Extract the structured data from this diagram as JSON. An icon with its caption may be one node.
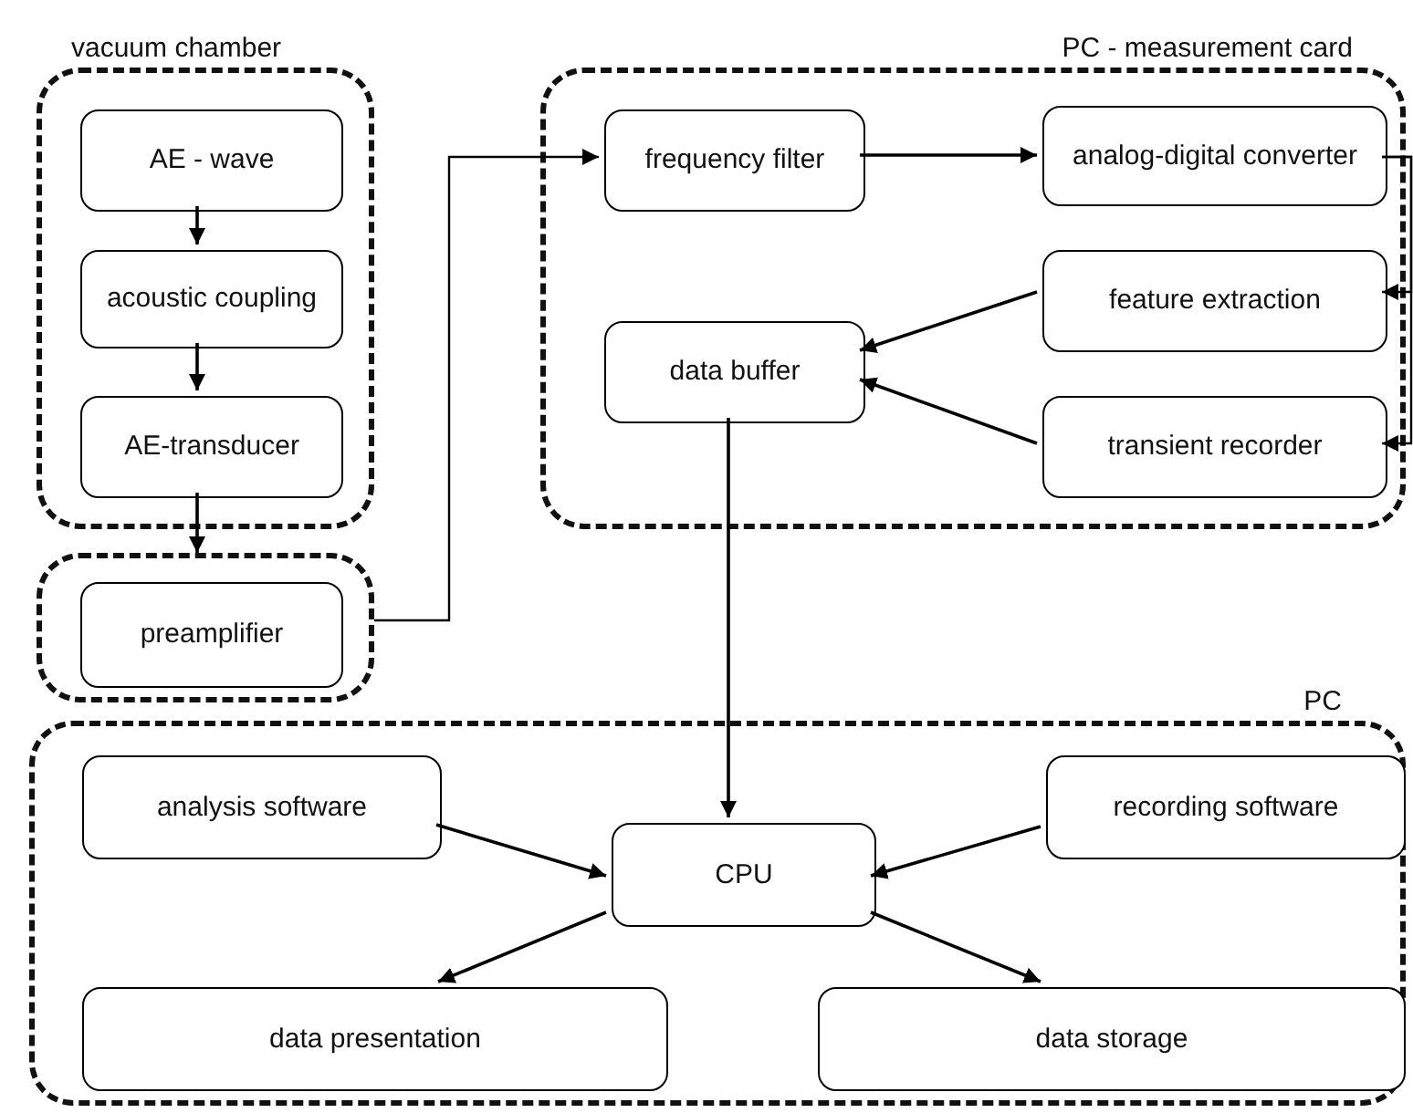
{
  "diagram": {
    "nodes": [
      {
        "text": [
          "vacuum chamber"
        ]
      },
      {
        "text": [
          "AE - wave"
        ],
        "in": 0
      },
      {
        "text": [
          "acoustic coupling"
        ],
        "in": 0
      },
      {
        "text": [
          "AE-transducer"
        ],
        "in": 0
      },
      {
        "text": [],
        "shape": "box"
      },
      {
        "text": [
          "preamplifier"
        ],
        "in": 4
      },
      {
        "text": [
          "PC - measurement card"
        ]
      },
      {
        "text": [
          "frequency filter"
        ],
        "in": 6
      },
      {
        "text": [
          "analog-digital converter"
        ],
        "in": 6
      },
      {
        "text": [
          "feature extraction"
        ],
        "in": 6
      },
      {
        "text": [
          "data buffer"
        ],
        "in": 6
      },
      {
        "text": [
          "transient recorder"
        ],
        "in": 6
      },
      {
        "text": [
          "PC"
        ]
      },
      {
        "text": [
          "analysis software"
        ],
        "in": 12
      },
      {
        "text": [
          "recording software"
        ],
        "in": 12
      },
      {
        "text": [
          "CPU"
        ],
        "in": 12
      },
      {
        "text": [
          "data presentation"
        ],
        "in": 12
      },
      {
        "text": [
          "data storage"
        ],
        "in": 12
      }
    ],
    "edges": [
      {
        "from": 1,
        "to": 2,
        "arrow": "to"
      },
      {
        "from": 2,
        "to": 3,
        "arrow": "to"
      },
      {
        "from": 3,
        "to": 4,
        "arrow": "to"
      },
      {
        "from": 4,
        "to": 7,
        "arrow": "to"
      },
      {
        "from": 7,
        "to": 8,
        "arrow": "to"
      },
      {
        "from": 8,
        "to": 9,
        "arrow": "to"
      },
      {
        "from": 8,
        "to": 11,
        "arrow": "to"
      },
      {
        "from": 9,
        "to": 10,
        "arrow": "to"
      },
      {
        "from": 11,
        "to": 10,
        "arrow": "to"
      },
      {
        "from": 10,
        "to": 15,
        "arrow": "to"
      },
      {
        "from": 13,
        "to": 15,
        "arrow": "to"
      },
      {
        "from": 14,
        "to": 15,
        "arrow": "to"
      },
      {
        "from": 15,
        "to": 16,
        "arrow": "to"
      },
      {
        "from": 15,
        "to": 17,
        "arrow": "to"
      }
    ]
  }
}
